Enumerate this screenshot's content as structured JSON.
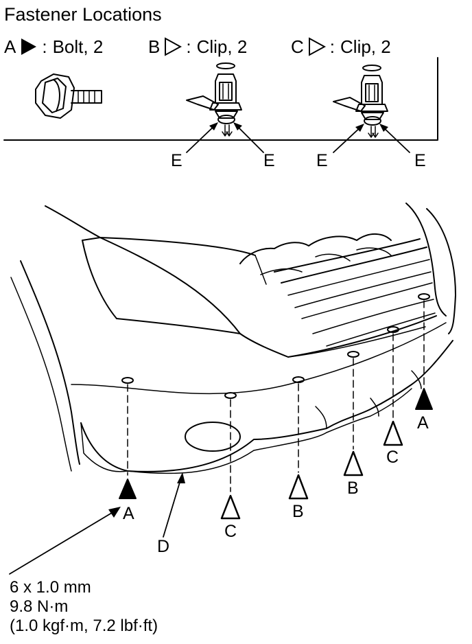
{
  "title": "Fastener Locations",
  "legend": [
    {
      "letter": "A",
      "marker": "filled-triangle",
      "sep": ":",
      "text": "Bolt, 2"
    },
    {
      "letter": "B",
      "marker": "open-triangle",
      "sep": ":",
      "text": "Clip, 2"
    },
    {
      "letter": "C",
      "marker": "open-triangle",
      "sep": ":",
      "text": "Clip, 2"
    }
  ],
  "clip_label": "E",
  "callouts": {
    "A": "A",
    "B": "B",
    "C": "C",
    "D": "D"
  },
  "torque": {
    "line1": "6 x 1.0 mm",
    "line2": "9.8 N·m",
    "line3": "(1.0 kgf·m, 7.2 lbf·ft)"
  }
}
